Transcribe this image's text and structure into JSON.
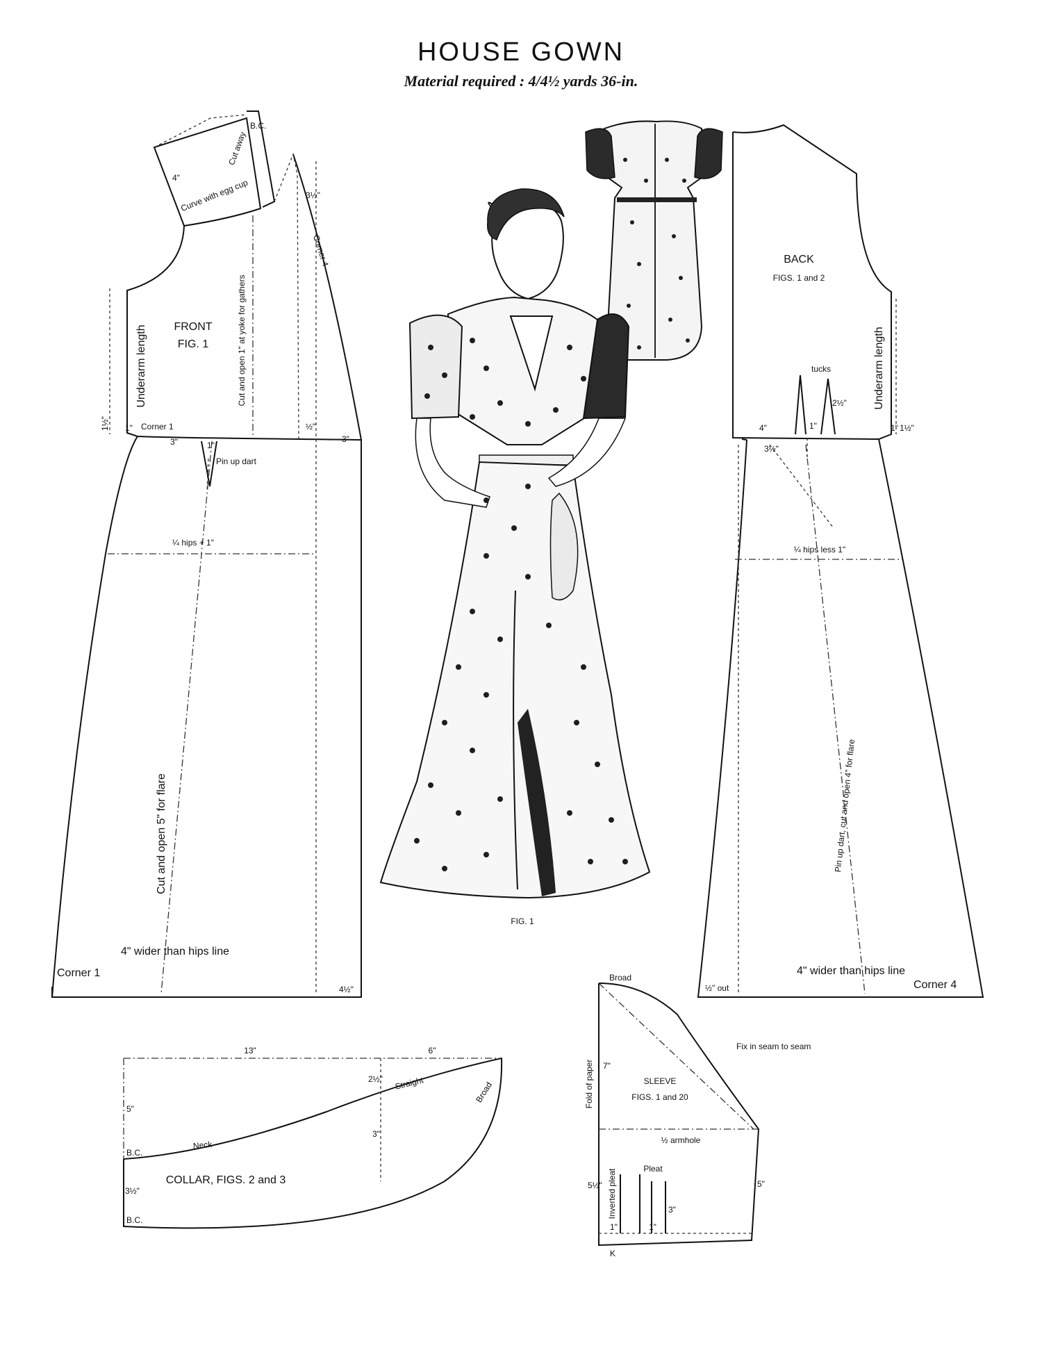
{
  "header": {
    "title": "HOUSE GOWN",
    "material": "Material required : 4/4½ yards 36-in."
  },
  "front": {
    "label": "FRONT",
    "fig": "FIG. 1",
    "yoke_curve": "Curve with egg cup",
    "cut_away": "Cut away",
    "underarm": "Underarm length",
    "gathers": "Cut and open 1\" at yoke for gathers",
    "corner1_top": "Corner 1",
    "corner4": "Corner 4",
    "pin_dart": "Pin up dart",
    "hips": "¼ hips + 1\"",
    "flare": "Cut and open 5\" for flare",
    "wider": "4\" wider than hips line",
    "corner1_bottom": "Corner 1",
    "m_yoke": "4\"",
    "m_bc": "B.C.",
    "m_shoulder": "3½\"",
    "m_side": "1½\"",
    "m_1": "1\"",
    "m_3a": "3\"",
    "m_3b": "3\"",
    "m_1b": "1\"",
    "m_half": "½\"",
    "m_hem": "4½\""
  },
  "back": {
    "label": "BACK",
    "figs": "FIGS. 1 and 2",
    "tucks": "tucks",
    "underarm": "Underarm length",
    "hips": "¼ hips less 1\"",
    "flare": "Pin up dart, cut and open 4\" for flare",
    "wider": "4\" wider than hips line",
    "out": "½\" out",
    "corner4": "Corner 4",
    "m_4": "4\"",
    "m_1a": "1\"",
    "m_1b": "1\"",
    "m_3half": "3½\"",
    "m_2half": "2½\"",
    "m_15": "1½\""
  },
  "illustration": {
    "caption": "FIG. 1"
  },
  "sleeve": {
    "label": "SLEEVE",
    "figs": "FIGS. 1 and 20",
    "broad": "Broad",
    "fix": "Fix in seam to seam",
    "fold": "Fold of paper",
    "armhole": "½ armhole",
    "pleat": "Pleat",
    "inverted": "Inverted pleat",
    "m_7": "7\"",
    "m_5half": "5½\"",
    "m_3": "3\"",
    "m_1a": "1\"",
    "m_1b": "1\"",
    "m_5": "5\"",
    "k": "K"
  },
  "collar": {
    "label": "COLLAR, FIGS. 2 and 3",
    "m_13": "13\"",
    "m_6": "6\"",
    "m_5": "5\"",
    "m_2half": "2½\"",
    "m_3": "3\"",
    "m_3half": "3½\"",
    "straight": "Straight",
    "broad": "Broad",
    "neck": "Neck",
    "bc1": "B.C.",
    "bc2": "B.C."
  }
}
